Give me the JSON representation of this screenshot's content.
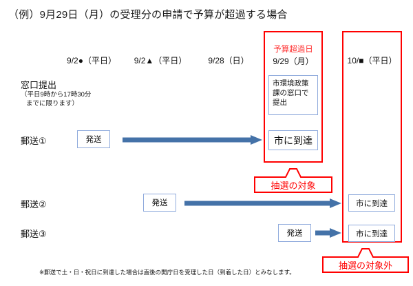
{
  "title": "（例）9月29日（月）の受理分の申請で予算が超過する場合",
  "colors": {
    "red": "#ff0000",
    "red_text": "#ff2d2d",
    "arrow_blue": "#4472a8",
    "box_border_blue": "#8FAADC",
    "text": "#111111"
  },
  "columns": [
    {
      "date": "9/2●（平日）"
    },
    {
      "date": "9/2▲（平日）"
    },
    {
      "date": "9/28（日）"
    },
    {
      "highlight": "予算超過日",
      "date": "9/29（月）"
    },
    {
      "date": "10/■（平日）"
    }
  ],
  "rows": {
    "counter": {
      "label": "窓口提出",
      "note_line1": "（平日9時から17時30分",
      "note_line2": "までに限ります）",
      "box": "市環境政策課の窓口で提出"
    },
    "mail1": {
      "label": "郵送①",
      "send": "発送",
      "arrive": "市に到達"
    },
    "mail2": {
      "label": "郵送②",
      "send": "発送",
      "arrive": "市に到達"
    },
    "mail3": {
      "label": "郵送③",
      "send": "発送",
      "arrive": "市に到達"
    }
  },
  "callouts": {
    "eligible": "抽選の対象",
    "not_eligible": "抽選の対象外"
  },
  "footnote": "※郵送で土・日・祝日に到達した場合は直後の開庁日を受理した日（到着した日）とみなします。"
}
